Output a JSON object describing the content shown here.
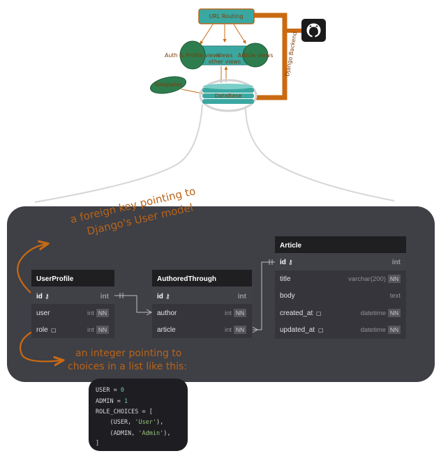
{
  "architecture": {
    "url_routing": "URL Routing",
    "views": "Views",
    "views_sub": "other views",
    "left_bubble": "Auth & Profile views",
    "right_bubble": "Article views",
    "database": "DataBase",
    "side_bubble": "Templates",
    "vertical_label": "Django Backend",
    "github_icon": "github-icon"
  },
  "annotations": {
    "foreign_key_line1": "a foreign key pointing to",
    "foreign_key_line2": "Django's User model",
    "integer_line1": "an integer pointing to",
    "integer_line2": "choices in a list like this:"
  },
  "tables": {
    "userprofile": {
      "title": "UserProfile",
      "rows": [
        {
          "name": "id",
          "type": "int"
        },
        {
          "name": "user",
          "type": "int",
          "nn": "NN"
        },
        {
          "name": "role",
          "type": "int",
          "nn": "NN"
        }
      ]
    },
    "authoredthrough": {
      "title": "AuthoredThrough",
      "rows": [
        {
          "name": "id",
          "type": "int"
        },
        {
          "name": "author",
          "type": "int",
          "nn": "NN"
        },
        {
          "name": "article",
          "type": "int",
          "nn": "NN"
        }
      ]
    },
    "article": {
      "title": "Article",
      "rows": [
        {
          "name": "id",
          "type": "int"
        },
        {
          "name": "title",
          "type": "varchar(200)",
          "nn": "NN"
        },
        {
          "name": "body",
          "type": "text"
        },
        {
          "name": "created_at",
          "type": "datetime",
          "nn": "NN"
        },
        {
          "name": "updated_at",
          "type": "datetime",
          "nn": "NN"
        }
      ]
    }
  },
  "code": {
    "line1_a": "USER = ",
    "line1_b": "0",
    "line2_a": "ADMIN = ",
    "line2_b": "1",
    "line3": "ROLE_CHOICES = [",
    "line4_a": "    (USER, ",
    "line4_b": "'User'",
    "line4_c": "),",
    "line5_a": "    (ADMIN, ",
    "line5_b": "'Admin'",
    "line5_c": "),",
    "line6": "]"
  },
  "colors": {
    "teal": "#3aa8a1",
    "orange": "#c96a12",
    "panel": "#3f3f46",
    "table_header": "#1f1f22",
    "table_body": "#35353b",
    "code_bg": "#1e1e22"
  }
}
